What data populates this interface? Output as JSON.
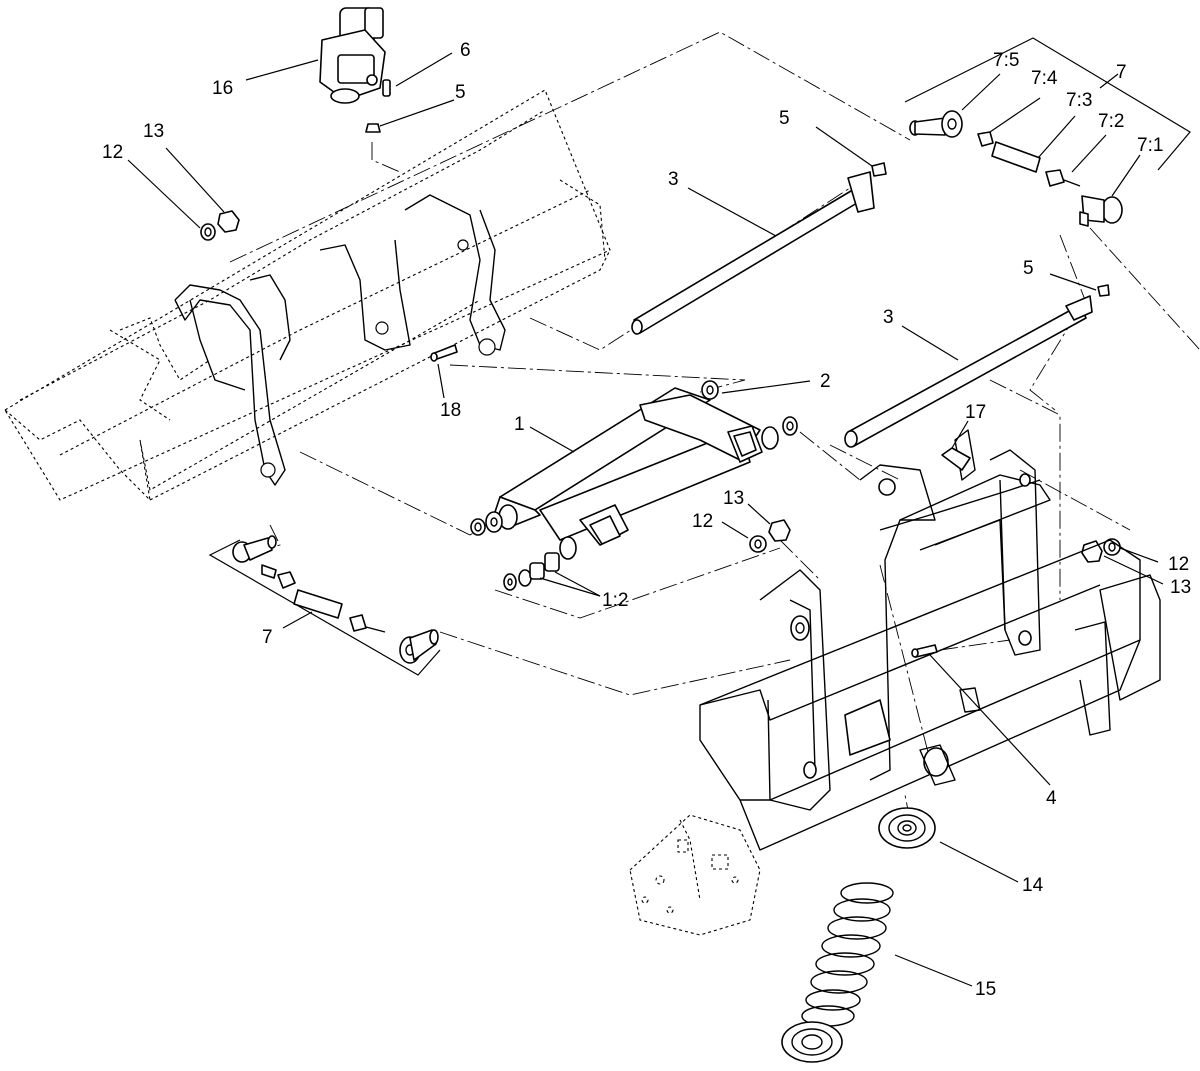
{
  "diagram": {
    "callouts": [
      {
        "id": "c16",
        "text": "16"
      },
      {
        "id": "c6",
        "text": "6"
      },
      {
        "id": "c5a",
        "text": "5"
      },
      {
        "id": "c13a",
        "text": "13"
      },
      {
        "id": "c12a",
        "text": "12"
      },
      {
        "id": "c5b",
        "text": "5"
      },
      {
        "id": "c3a",
        "text": "3"
      },
      {
        "id": "c7top",
        "text": "7"
      },
      {
        "id": "c75",
        "text": "7:5"
      },
      {
        "id": "c74",
        "text": "7:4"
      },
      {
        "id": "c73",
        "text": "7:3"
      },
      {
        "id": "c72",
        "text": "7:2"
      },
      {
        "id": "c71",
        "text": "7:1"
      },
      {
        "id": "c5c",
        "text": "5"
      },
      {
        "id": "c3b",
        "text": "3"
      },
      {
        "id": "c2",
        "text": "2"
      },
      {
        "id": "c18",
        "text": "18"
      },
      {
        "id": "c1",
        "text": "1"
      },
      {
        "id": "c17",
        "text": "17"
      },
      {
        "id": "c13b",
        "text": "13"
      },
      {
        "id": "c12b",
        "text": "12"
      },
      {
        "id": "c12c",
        "text": "12"
      },
      {
        "id": "c13c",
        "text": "13"
      },
      {
        "id": "c12_1",
        "text": "1:2"
      },
      {
        "id": "c7bottom",
        "text": "7"
      },
      {
        "id": "c4",
        "text": "4"
      },
      {
        "id": "c14",
        "text": "14"
      },
      {
        "id": "c15",
        "text": "15"
      }
    ]
  }
}
